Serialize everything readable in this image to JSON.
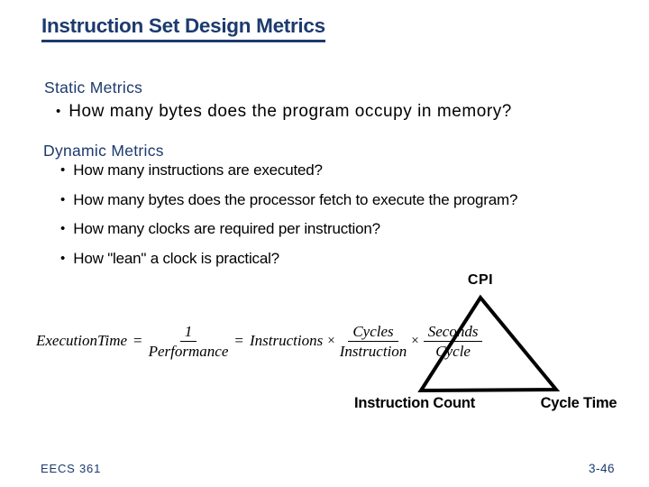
{
  "slide": {
    "title": "Instruction Set Design Metrics",
    "bullet_char": "•",
    "static_section": {
      "heading": "Static Metrics",
      "bullets": [
        "How many bytes does the program occupy in memory?"
      ]
    },
    "dynamic_section": {
      "heading": "Dynamic Metrics",
      "bullets": [
        "How many instructions are executed?",
        "How many bytes does the processor fetch to execute the program?",
        "How many clocks are required per instruction?",
        "How \"lean\" a clock is practical?"
      ]
    },
    "formula": {
      "lhs": "ExecutionTime",
      "equals": "=",
      "times": "×",
      "frac_performance": {
        "num": "1",
        "den": "Performance"
      },
      "instructions": "Instructions",
      "frac_cycles": {
        "num": "Cycles",
        "den": "Instruction"
      },
      "frac_seconds": {
        "num": "Seconds",
        "den": "Cycle"
      }
    },
    "triangle": {
      "top_label": "CPI",
      "bottom_left_label": "Instruction Count",
      "bottom_right_label": "Cycle Time"
    },
    "footer": {
      "course": "EECS 361",
      "page": "3-46"
    },
    "colors": {
      "heading": "#1c3a6e",
      "body": "#000000",
      "background": "#ffffff"
    }
  }
}
